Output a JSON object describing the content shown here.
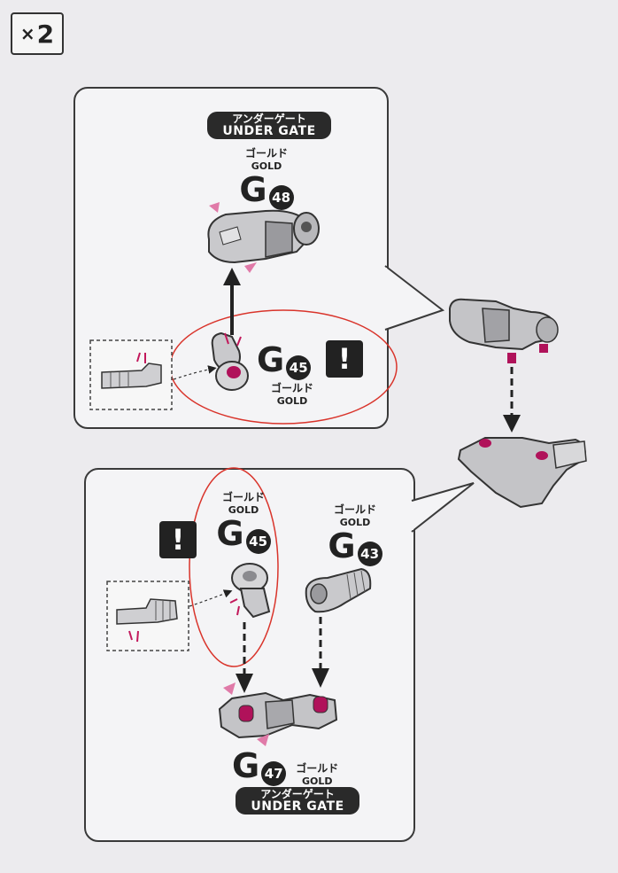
{
  "quantity": {
    "prefix": "×",
    "count": "2"
  },
  "top_panel": {
    "gate_jp": "アンダーゲート",
    "gate_en": "UNDER GATE",
    "part_a": {
      "jp": "ゴールド",
      "en": "GOLD",
      "letter": "G",
      "num": "48"
    },
    "part_b": {
      "jp": "ゴールド",
      "en": "GOLD",
      "letter": "G",
      "num": "45"
    },
    "warning": "!"
  },
  "bottom_panel": {
    "part_a": {
      "jp": "ゴールド",
      "en": "GOLD",
      "letter": "G",
      "num": "45"
    },
    "part_b": {
      "jp": "ゴールド",
      "en": "GOLD",
      "letter": "G",
      "num": "43"
    },
    "part_c": {
      "jp": "ゴールド",
      "en": "GOLD",
      "letter": "G",
      "num": "47"
    },
    "gate_jp": "アンダーゲート",
    "gate_en": "UNDER GATE",
    "warning": "!"
  },
  "colors": {
    "accent": "#c2185b",
    "marker": "#e07aa8",
    "highlight": "#d9342b"
  }
}
